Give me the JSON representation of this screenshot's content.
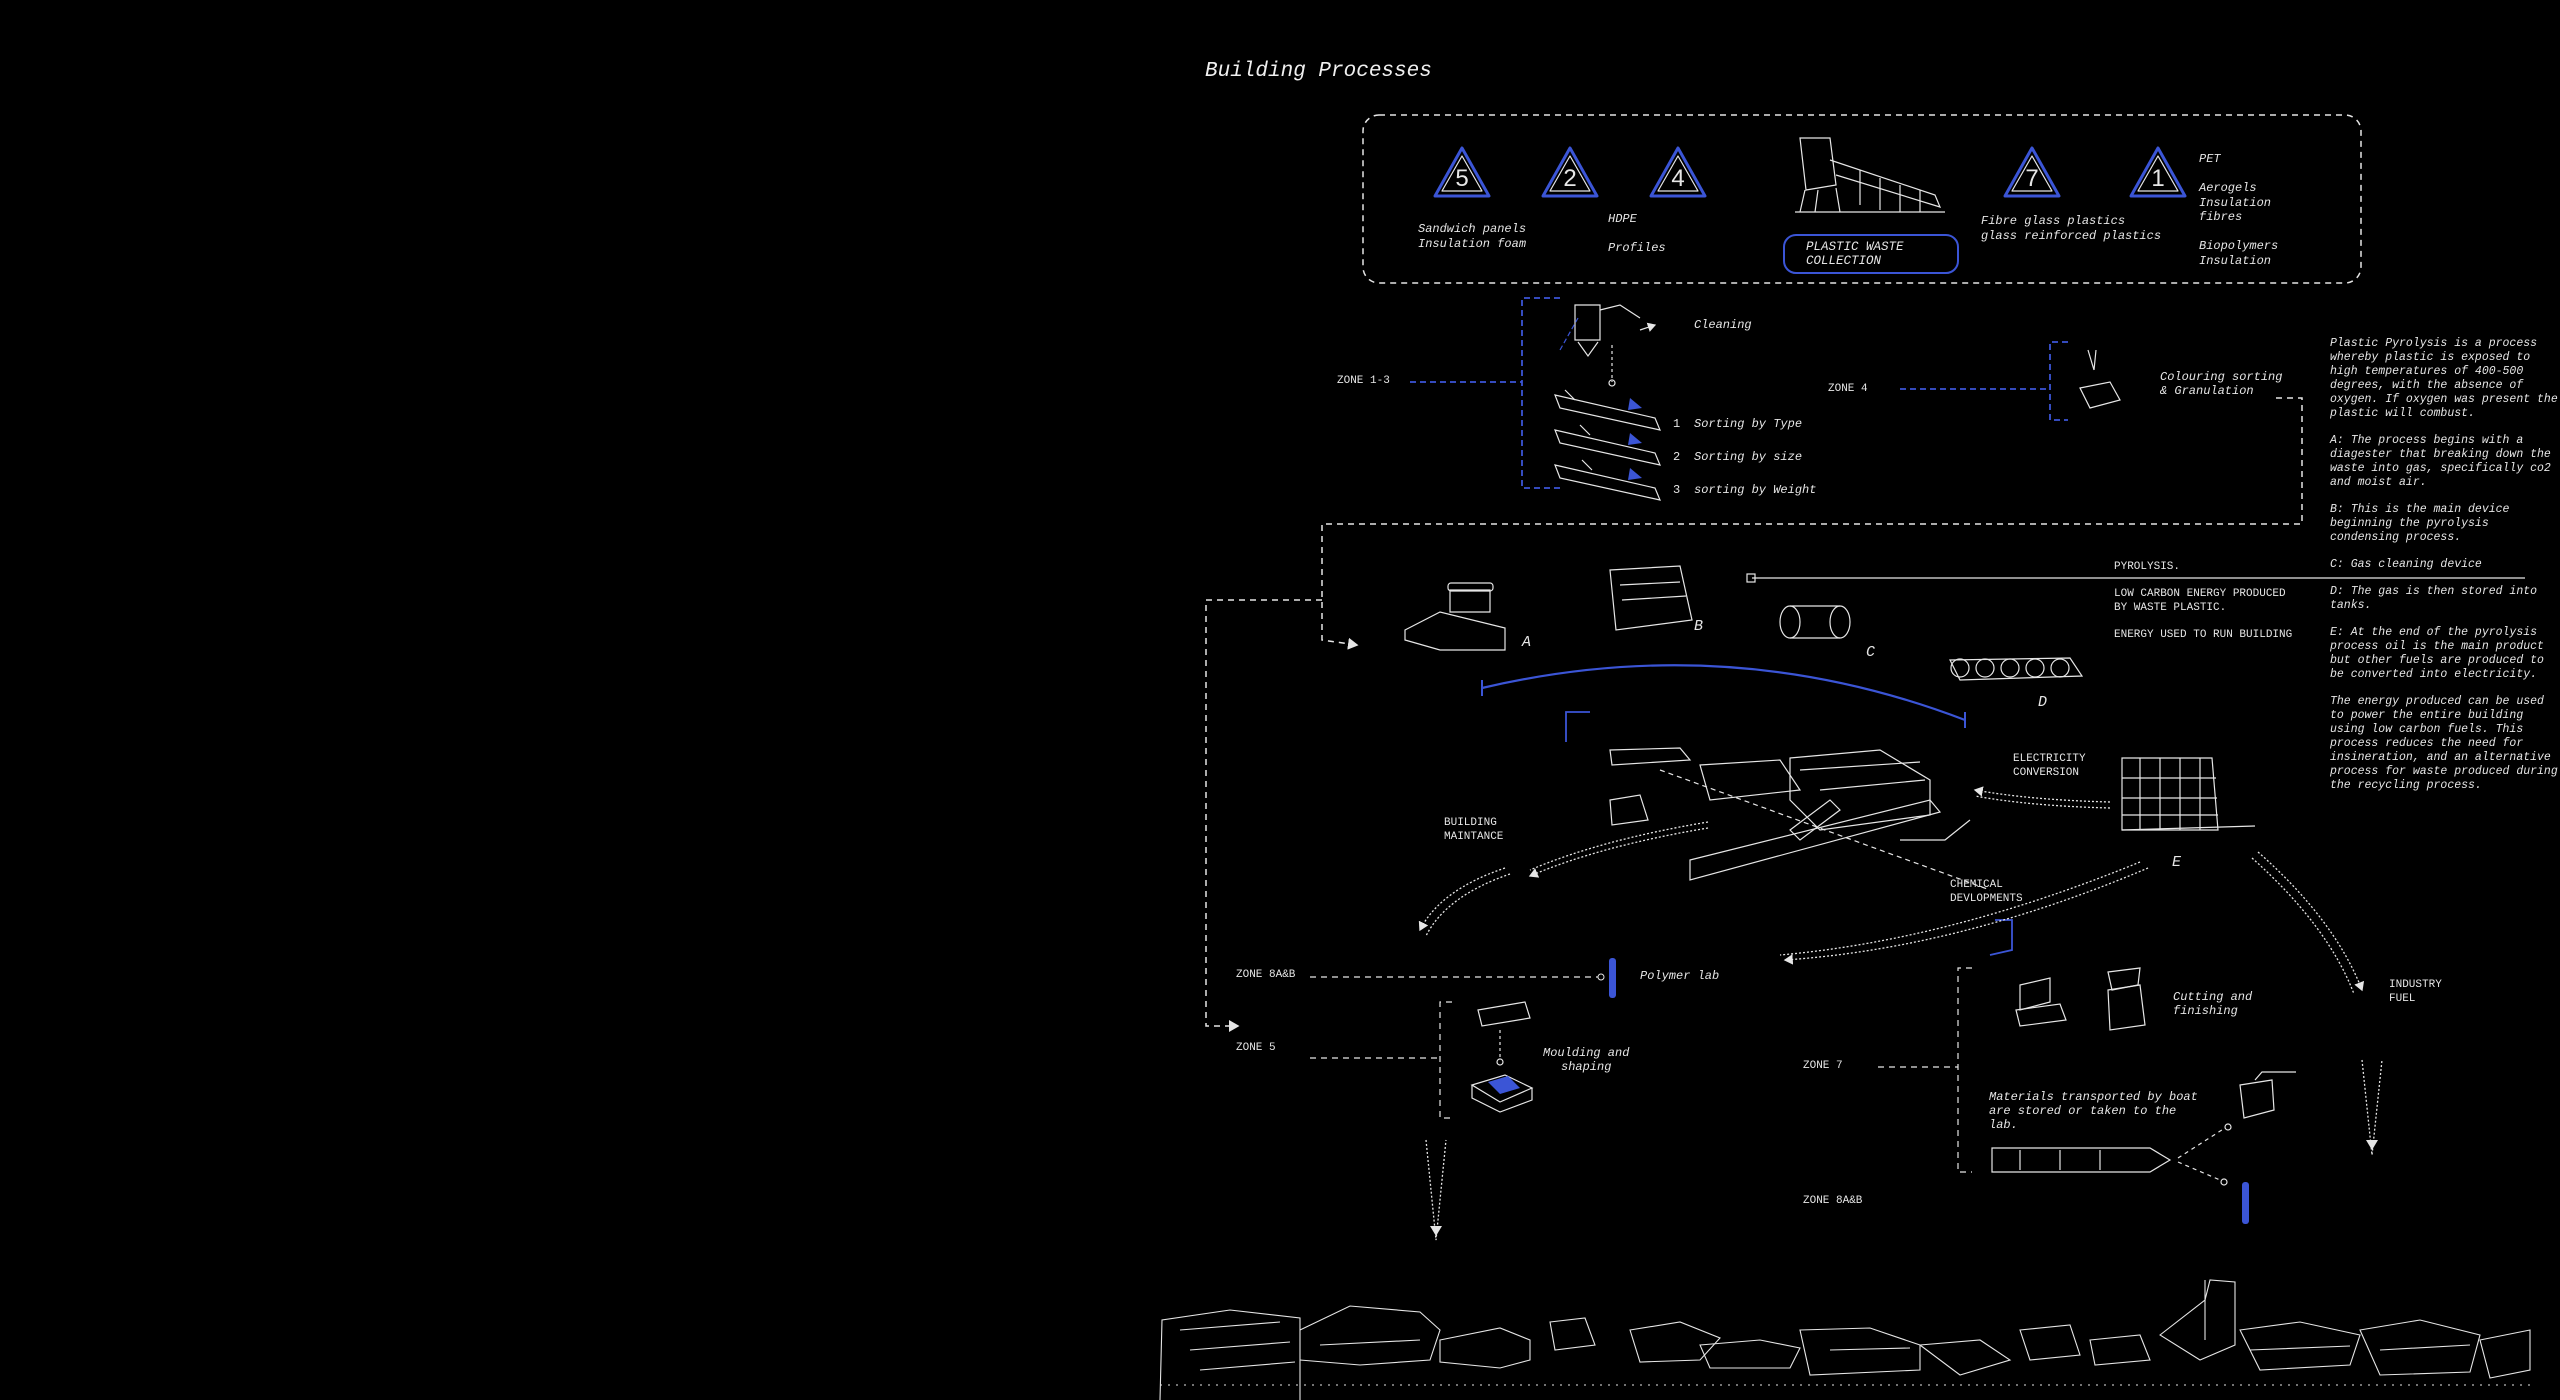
{
  "title": "Building Processes",
  "colors": {
    "background": "#000000",
    "line": "#e6e6e6",
    "accent": "#3b55d6"
  },
  "recycle_symbols": [
    {
      "number": "5",
      "label_lines": [
        "Sandwich panels",
        "Insulation foam"
      ]
    },
    {
      "number": "2",
      "label_lines": [
        "HDPE",
        "",
        "Profiles"
      ]
    },
    {
      "number": "4",
      "label_lines": []
    },
    {
      "number": "7",
      "label_lines": [
        "Fibre glass plastics",
        "glass reinforced plastics"
      ]
    },
    {
      "number": "1",
      "label_lines": [
        "PET",
        "",
        "Aerogels",
        "Insulation",
        "fibres",
        "",
        "Biopolymers",
        "Insulation"
      ]
    }
  ],
  "waste_collection_label": "PLASTIC WASTE\nCOLLECTION",
  "zones": {
    "z13": "ZONE 1-3",
    "z4": "ZONE 4",
    "z8ab_top": "ZONE 8A&B",
    "z5": "ZONE 5",
    "z7": "ZONE 7",
    "z8ab_bottom": "ZONE 8A&B"
  },
  "sorting": {
    "cleaning": "Cleaning",
    "steps": [
      {
        "num": "1",
        "label": "Sorting by Type"
      },
      {
        "num": "2",
        "label": "Sorting by size"
      },
      {
        "num": "3",
        "label": "sorting by Weight"
      }
    ],
    "colouring": "Colouring sorting\n& Granulation"
  },
  "pyrolysis": {
    "heading": "PYROLYSIS.",
    "energy_1": "LOW CARBON ENERGY PRODUCED\nBY WASTE PLASTIC.",
    "energy_2": "ENERGY USED TO RUN BUILDING",
    "letters": [
      "A",
      "B",
      "C",
      "D",
      "E"
    ]
  },
  "flows": {
    "electricity": "ELECTRICITY\nCONVERSION",
    "maintenance": "BUILDING\nMAINTANCE",
    "chemical": "CHEMICAL\nDEVLOPMENTS",
    "industry": "INDUSTRY\nFUEL"
  },
  "labs": {
    "polymer": "Polymer lab",
    "moulding": "Moulding and\nshaping",
    "cutting": "Cutting and\nfinishing",
    "boat": "Materials transported by boat\nare stored or taken to the\nlab."
  },
  "side_notes": [
    "Plastic Pyrolysis is a process whereby plastic is exposed to high temperatures of 400-500 degrees, with the absence of oxygen. If oxygen was present the plastic will combust.",
    "A: The process begins with a diagester that breaking down the waste into gas, specifically co2 and moist air.",
    "B: This is the main device beginning the pyrolysis condensing process.",
    "C: Gas cleaning device",
    "D: The gas is then stored into tanks.",
    "E: At the end of the pyrolysis process oil is the main product but other fuels are produced to be converted into electricity.",
    "The energy produced can be used to power the entire building using low carbon fuels. This process reduces the need for insineration, and an alternative process for waste produced during the recycling process."
  ]
}
